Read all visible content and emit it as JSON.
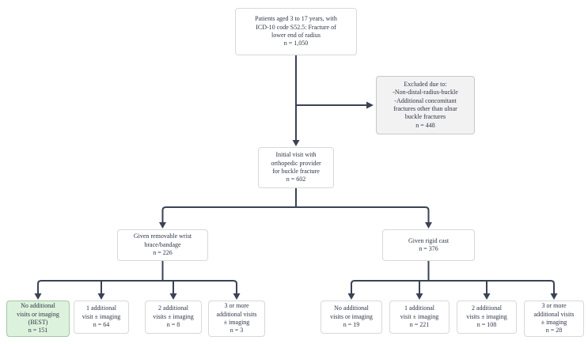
{
  "diagram": {
    "colors": {
      "line": "#3a4254",
      "text": "#2e3547",
      "box_fill": "#ffffff",
      "box_border": "#d8d8d8",
      "excluded_fill": "#f2f2f2",
      "excluded_border": "#c8c8c8",
      "highlight_fill": "#ddf2dc",
      "highlight_border": "#a5c7a3"
    },
    "nodes": {
      "patients": {
        "lines": [
          "Patients aged 3 to 17 years, with",
          "ICD-10 code S52.5: Fracture of",
          "lower end of radius",
          "n = 1,050"
        ]
      },
      "excluded": {
        "lines": [
          "Excluded due to:",
          "-Non-distal-radius-buckle",
          "-Additional concomitant",
          "fractures other than ulnar",
          "buckle fractures",
          "n = 448"
        ]
      },
      "initial_visit": {
        "lines": [
          "Initial visit with",
          "orthopedic provider",
          "for buckle fracture",
          "n = 602"
        ]
      },
      "brace": {
        "lines": [
          "Given removable wrist",
          "brace/bandage",
          "n = 226"
        ]
      },
      "cast": {
        "lines": [
          "Given rigid cast",
          "n = 376"
        ]
      },
      "brace_no_visits": {
        "lines": [
          "No additional",
          "visits or imaging",
          "(BEST)",
          "n = 151"
        ]
      },
      "brace_1_visit": {
        "lines": [
          "1 additional",
          "visit ± imaging",
          "n = 64"
        ]
      },
      "brace_2_visits": {
        "lines": [
          "2 additional",
          "visits ± imaging",
          "n = 8"
        ]
      },
      "brace_3plus_visits": {
        "lines": [
          "3 or more",
          "additional visits",
          "± imaging",
          "n = 3"
        ]
      },
      "cast_no_visits": {
        "lines": [
          "No additional",
          "visits or imaging",
          "n = 19"
        ]
      },
      "cast_1_visit": {
        "lines": [
          "1 additional",
          "visit ± imaging",
          "n = 221"
        ]
      },
      "cast_2_visits": {
        "lines": [
          "2 additional",
          "visits ± imaging",
          "n = 108"
        ]
      },
      "cast_3plus_visits": {
        "lines": [
          "3 or more",
          "additional visits",
          "± imaging",
          "n = 28"
        ]
      }
    }
  }
}
